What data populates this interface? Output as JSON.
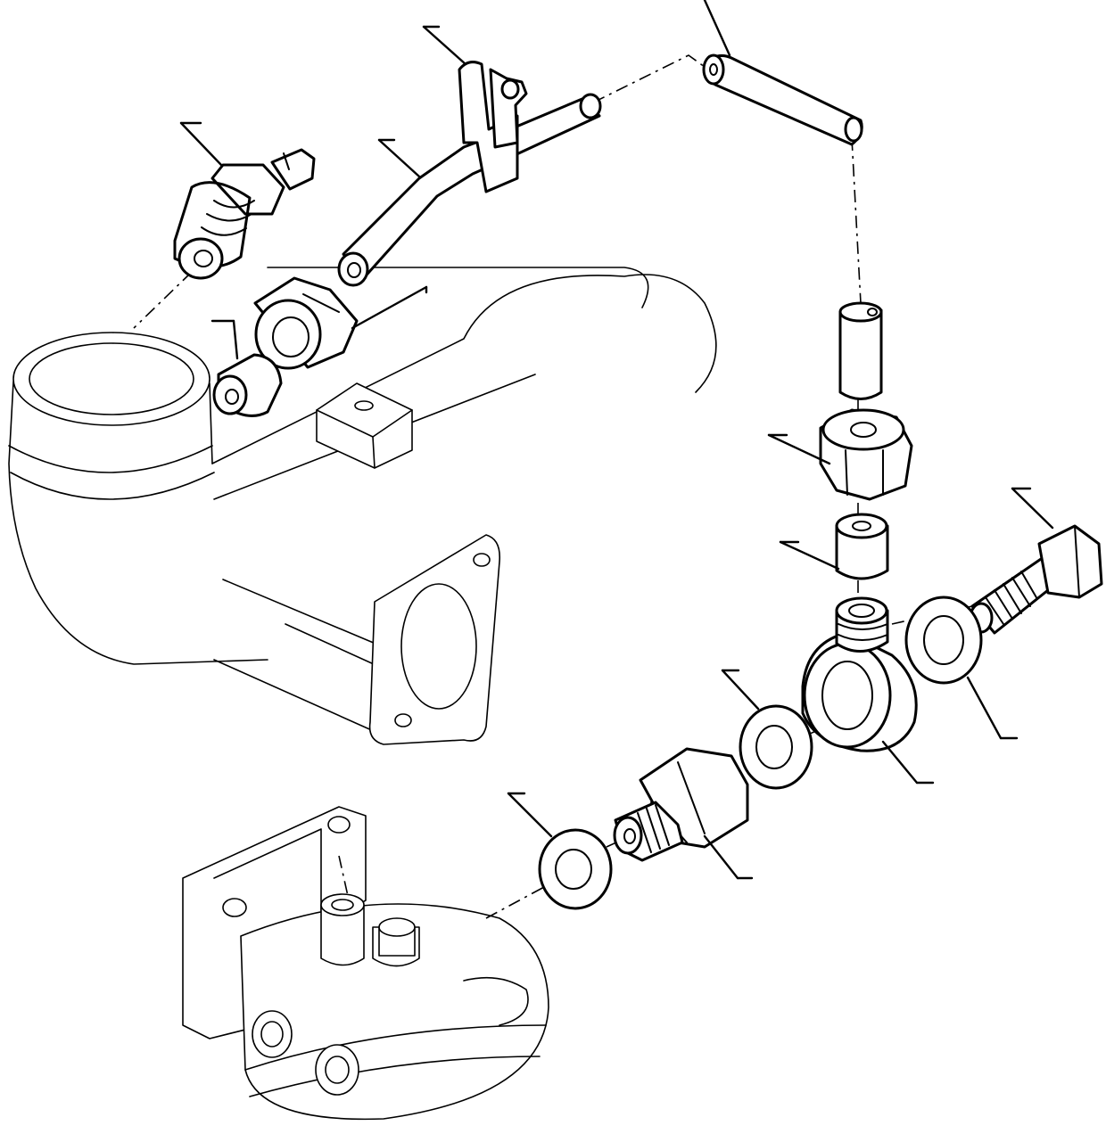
{
  "diagram": {
    "kind": "exploded-parts-view",
    "ink_color": "#000000",
    "paper_color": "#ffffff",
    "components": [
      {
        "id": "sensor",
        "name": "threaded-sensor"
      },
      {
        "id": "lever",
        "name": "throttle-lever-bracket"
      },
      {
        "id": "pipe",
        "name": "bent-pipe"
      },
      {
        "id": "pipe-straight",
        "name": "straight-pipe-section"
      },
      {
        "id": "pipe-vertical",
        "name": "vertical-pipe-end"
      },
      {
        "id": "union-nut-left",
        "name": "union-nut"
      },
      {
        "id": "sleeve-left",
        "name": "olive-sleeve"
      },
      {
        "id": "union-nut-right",
        "name": "union-nut"
      },
      {
        "id": "sleeve-right",
        "name": "olive-sleeve"
      },
      {
        "id": "banjo",
        "name": "banjo-fitting"
      },
      {
        "id": "banjo-bolt",
        "name": "banjo-bolt"
      },
      {
        "id": "washer-right",
        "name": "sealing-washer"
      },
      {
        "id": "washer-middle",
        "name": "sealing-washer"
      },
      {
        "id": "adapter",
        "name": "hex-adapter"
      },
      {
        "id": "washer-lower",
        "name": "sealing-washer"
      },
      {
        "id": "manifold",
        "name": "intake-manifold"
      },
      {
        "id": "filter-head",
        "name": "filter-head-housing"
      }
    ]
  }
}
